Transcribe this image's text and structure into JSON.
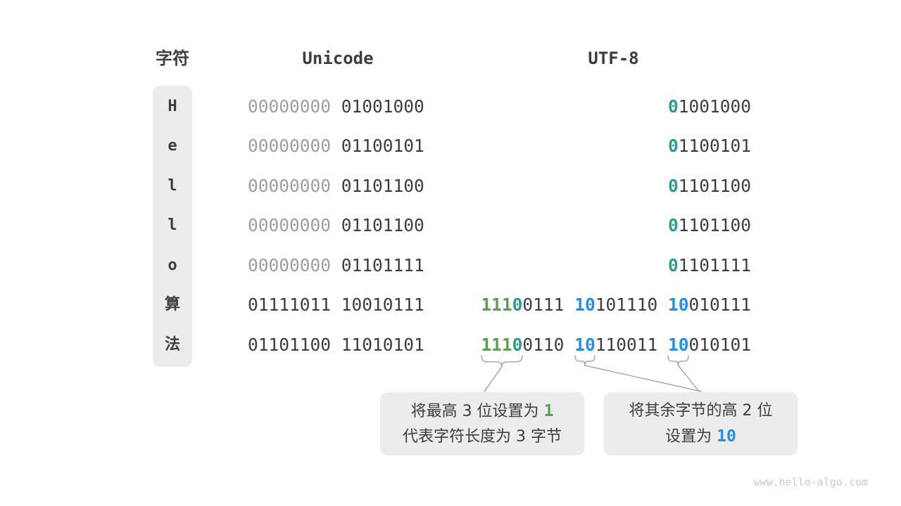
{
  "colors": {
    "accent_green": "#5aa050",
    "accent_teal": "#2b9d8f",
    "accent_blue": "#2090ea",
    "text_dark": "#3d3d3d",
    "text_gray": "#9d9d9d",
    "box_background": "#ececec",
    "watermark_gray": "#c9c9c9"
  },
  "header": {
    "char": "字符",
    "unicode": "Unicode",
    "utf8": "UTF-8"
  },
  "rows": [
    {
      "char": "H",
      "unicode": [
        {
          "t": "00000000",
          "c": "gray"
        },
        {
          "t": " 01001000",
          "c": "dark"
        }
      ],
      "utf8": [
        {
          "t": "0",
          "c": "teal"
        },
        {
          "t": "1001000",
          "c": "dark"
        }
      ]
    },
    {
      "char": "e",
      "unicode": [
        {
          "t": "00000000",
          "c": "gray"
        },
        {
          "t": " 01100101",
          "c": "dark"
        }
      ],
      "utf8": [
        {
          "t": "0",
          "c": "teal"
        },
        {
          "t": "1100101",
          "c": "dark"
        }
      ]
    },
    {
      "char": "l",
      "unicode": [
        {
          "t": "00000000",
          "c": "gray"
        },
        {
          "t": " 01101100",
          "c": "dark"
        }
      ],
      "utf8": [
        {
          "t": "0",
          "c": "teal"
        },
        {
          "t": "1101100",
          "c": "dark"
        }
      ]
    },
    {
      "char": "l",
      "unicode": [
        {
          "t": "00000000",
          "c": "gray"
        },
        {
          "t": " 01101100",
          "c": "dark"
        }
      ],
      "utf8": [
        {
          "t": "0",
          "c": "teal"
        },
        {
          "t": "1101100",
          "c": "dark"
        }
      ]
    },
    {
      "char": "o",
      "unicode": [
        {
          "t": "00000000",
          "c": "gray"
        },
        {
          "t": " 01101111",
          "c": "dark"
        }
      ],
      "utf8": [
        {
          "t": "0",
          "c": "teal"
        },
        {
          "t": "1101111",
          "c": "dark"
        }
      ]
    },
    {
      "char": "算",
      "unicode": [
        {
          "t": "01111011 10010111",
          "c": "dark"
        }
      ],
      "utf8": [
        {
          "t": "111",
          "c": "green"
        },
        {
          "t": "0",
          "c": "teal"
        },
        {
          "t": "0111 ",
          "c": "dark"
        },
        {
          "t": "10",
          "c": "blue"
        },
        {
          "t": "101110 ",
          "c": "dark"
        },
        {
          "t": "10",
          "c": "blue"
        },
        {
          "t": "010111",
          "c": "dark"
        }
      ]
    },
    {
      "char": "法",
      "unicode": [
        {
          "t": "01101100 11010101",
          "c": "dark"
        }
      ],
      "utf8": [
        {
          "t": "111",
          "c": "green"
        },
        {
          "t": "0",
          "c": "teal"
        },
        {
          "t": "0110 ",
          "c": "dark"
        },
        {
          "t": "10",
          "c": "blue"
        },
        {
          "t": "110011 ",
          "c": "dark"
        },
        {
          "t": "10",
          "c": "blue"
        },
        {
          "t": "010101",
          "c": "dark"
        }
      ]
    }
  ],
  "callouts": [
    {
      "lines": [
        {
          "segments": [
            {
              "t": "将最高 3 位设置为 ",
              "c": "plain"
            },
            {
              "t": "1",
              "c": "green"
            }
          ]
        },
        {
          "segments": [
            {
              "t": "代表字符长度为 3 字节",
              "c": "plain"
            }
          ]
        }
      ]
    },
    {
      "lines": [
        {
          "segments": [
            {
              "t": "将其余字节的高 2 位",
              "c": "plain"
            }
          ]
        },
        {
          "segments": [
            {
              "t": "设置为 ",
              "c": "plain"
            },
            {
              "t": "10",
              "c": "blue"
            }
          ]
        }
      ]
    }
  ],
  "watermark": "www.hello-algo.com"
}
